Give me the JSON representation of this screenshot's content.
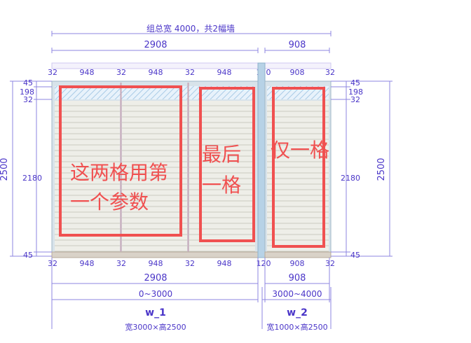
{
  "header": {
    "total_label": "组总宽 4000，共2幅墙"
  },
  "top_dims": {
    "w1": "2908",
    "w2": "908"
  },
  "segment_dims": [
    "32",
    "948",
    "32",
    "948",
    "32",
    "948",
    "120",
    "908",
    "32"
  ],
  "left_dims": {
    "top_45": "45",
    "top_198": "198",
    "top_32": "32",
    "middle": "2180",
    "bottom_45": "45",
    "total": "2500"
  },
  "right_dims": {
    "top_45": "45",
    "top_198": "198",
    "top_32": "32",
    "middle": "2180",
    "bottom_45": "45",
    "total": "2500"
  },
  "bottom_dims": {
    "w1": "2908",
    "w2": "908",
    "range1": "0~3000",
    "range2": "3000~4000"
  },
  "walls": [
    {
      "name": "w_1",
      "size": "宽3000×高2500"
    },
    {
      "name": "w_2",
      "size": "宽1000×高2500"
    }
  ],
  "annotations": {
    "note1_line1": "这两格用第",
    "note1_line2": "一个参数",
    "note2_line1": "最后",
    "note2_line2": "一格",
    "note3": "仅一格"
  },
  "colors": {
    "dimension_text": "#4a35c8",
    "dimension_line": "#8e86e0",
    "annotation": "#f05050",
    "frame": "#a8c4d8",
    "panel": "#e8e8e2"
  }
}
